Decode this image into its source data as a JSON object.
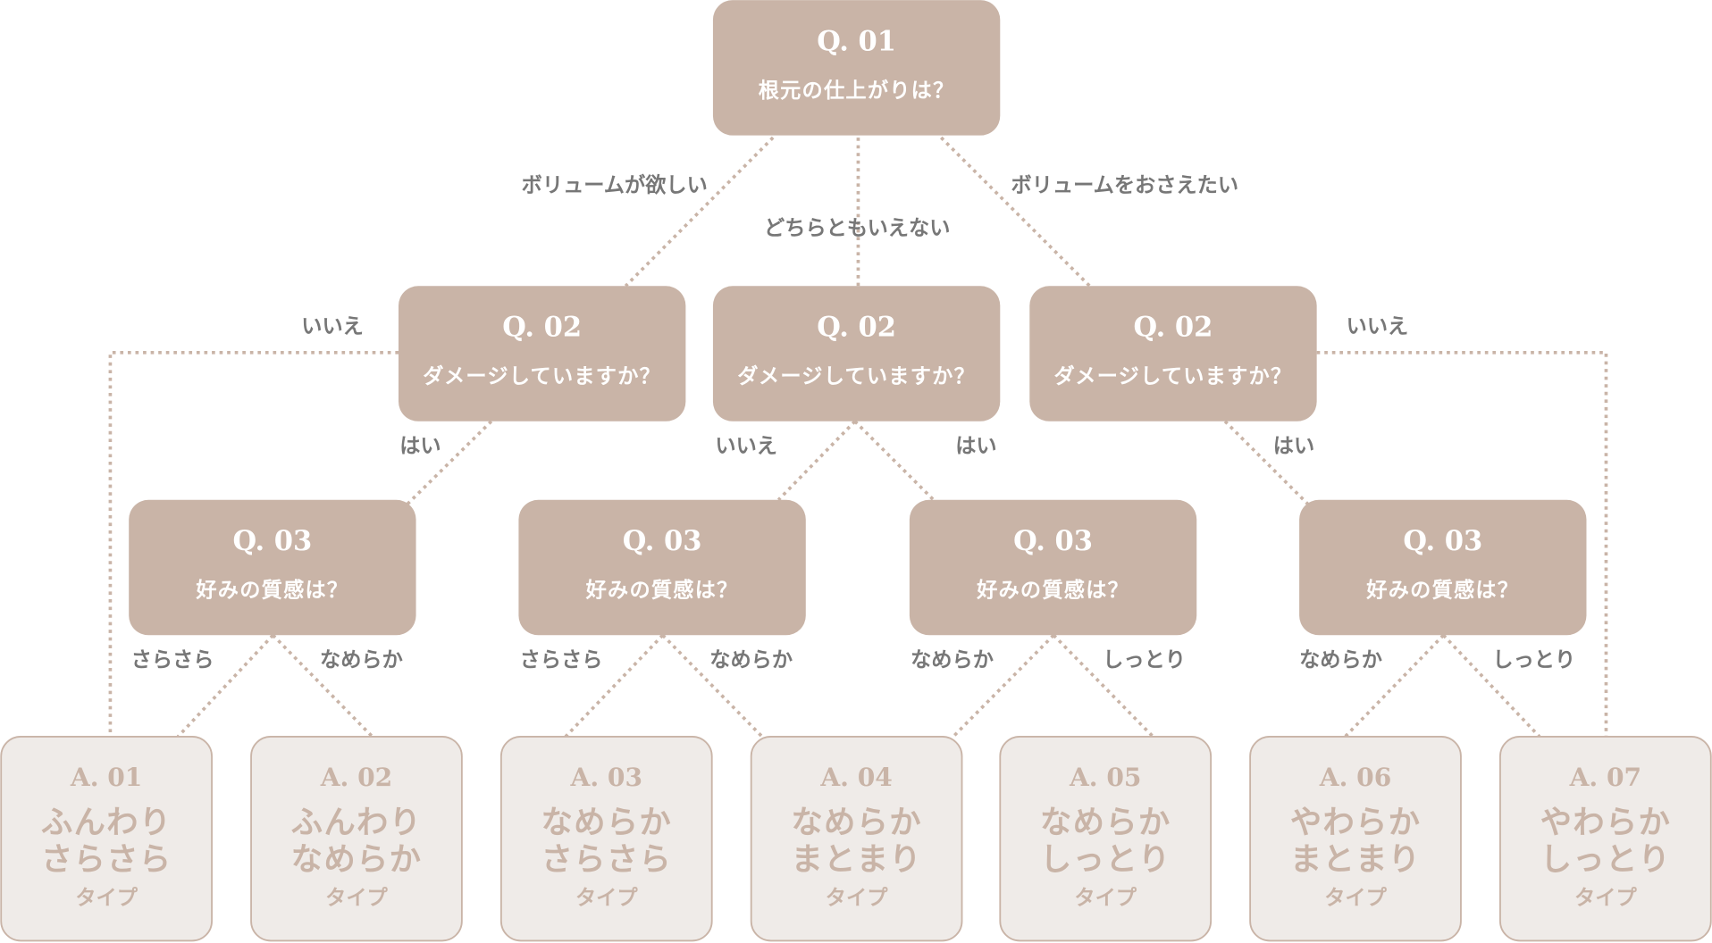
{
  "colors": {
    "box": "#c9b4a7",
    "answer_bg": "#efebe8",
    "label": "#777777"
  },
  "questions": {
    "q1": {
      "num": "Q. 01",
      "text": "根元の仕上がりは？"
    },
    "q2": [
      {
        "num": "Q. 02",
        "text": "ダメージしていますか？"
      },
      {
        "num": "Q. 02",
        "text": "ダメージしていますか？"
      },
      {
        "num": "Q. 02",
        "text": "ダメージしていますか？"
      }
    ],
    "q3": [
      {
        "num": "Q. 03",
        "text": "好みの質感は？"
      },
      {
        "num": "Q. 03",
        "text": "好みの質感は？"
      },
      {
        "num": "Q. 03",
        "text": "好みの質感は？"
      },
      {
        "num": "Q. 03",
        "text": "好みの質感は？"
      }
    ]
  },
  "answers": [
    {
      "num": "A. 01",
      "line1": "ふんわり",
      "line2": "さらさら",
      "type": "タイプ"
    },
    {
      "num": "A. 02",
      "line1": "ふんわり",
      "line2": "なめらか",
      "type": "タイプ"
    },
    {
      "num": "A. 03",
      "line1": "なめらか",
      "line2": "さらさら",
      "type": "タイプ"
    },
    {
      "num": "A. 04",
      "line1": "なめらか",
      "line2": "まとまり",
      "type": "タイプ"
    },
    {
      "num": "A. 05",
      "line1": "なめらか",
      "line2": "しっとり",
      "type": "タイプ"
    },
    {
      "num": "A. 06",
      "line1": "やわらか",
      "line2": "まとまり",
      "type": "タイプ"
    },
    {
      "num": "A. 07",
      "line1": "やわらか",
      "line2": "しっとり",
      "type": "タイプ"
    }
  ],
  "labels": {
    "q1_left": "ボリュームが欲しい",
    "q1_mid": "どちらともいえない",
    "q1_right": "ボリュームをおさえたい",
    "q2_left_no": "いいえ",
    "q2_left_yes": "はい",
    "q2_mid_no": "いいえ",
    "q2_mid_yes": "はい",
    "q2_right_no": "いいえ",
    "q2_right_yes": "はい",
    "q3": [
      [
        "さらさら",
        "なめらか"
      ],
      [
        "さらさら",
        "なめらか"
      ],
      [
        "なめらか",
        "しっとり"
      ],
      [
        "なめらか",
        "しっとり"
      ]
    ]
  }
}
